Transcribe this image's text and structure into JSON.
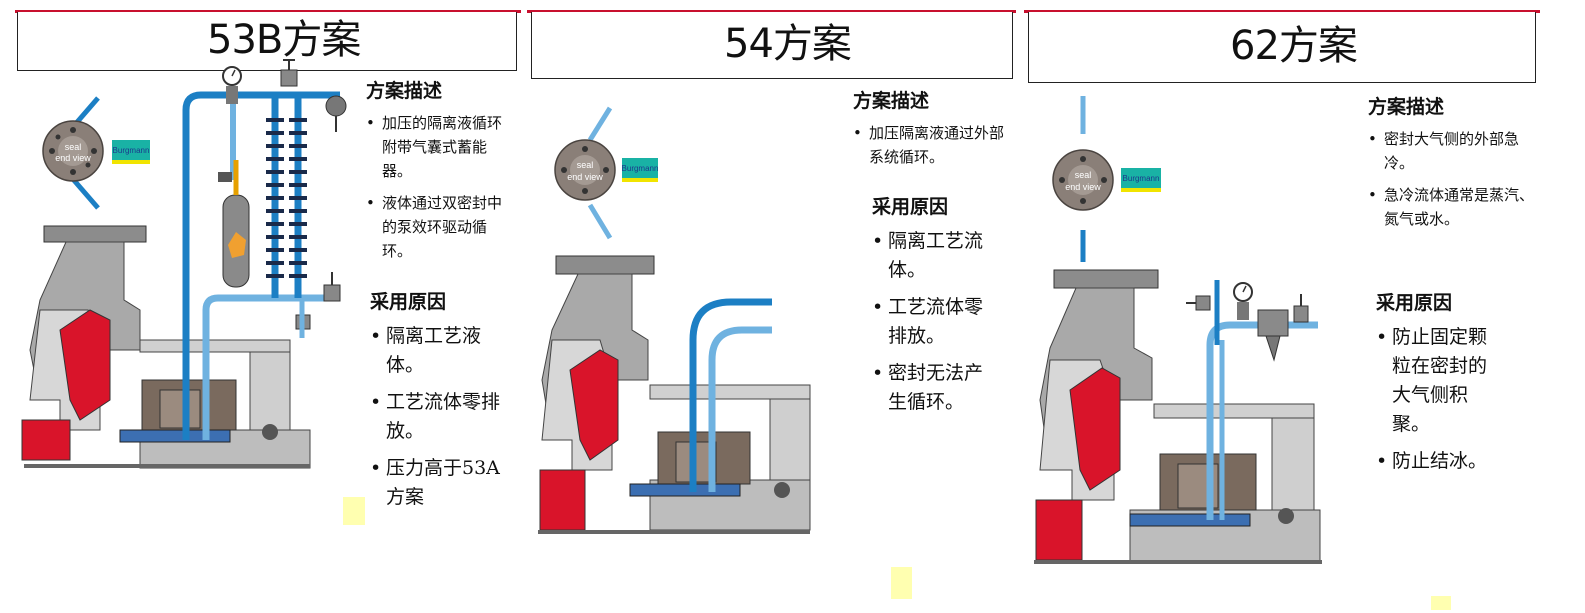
{
  "colors": {
    "accent_red": "#c8102e",
    "pipe_dark_blue": "#1c7fc4",
    "pipe_light_blue": "#6fb2e0",
    "casing_gray": "#bfbfbf",
    "note_yellow": "#ffffb0"
  },
  "panels": [
    {
      "title": "53B方案",
      "desc_heading": "方案描述",
      "desc_items": [
        "加压的隔离液循环附带气囊式蓄能器。",
        "液体通过双密封中的泵效环驱动循环。"
      ],
      "reason_heading": "采用原因",
      "reason_items": [
        "隔离工艺液体。",
        "工艺流体零排放。",
        "压力高于53A方案"
      ],
      "seal_label_1": "seal",
      "seal_label_2": "end view",
      "brand": "Burgmann"
    },
    {
      "title": "54方案",
      "desc_heading": "方案描述",
      "desc_items": [
        "加压隔离液通过外部系统循环。"
      ],
      "reason_heading": "采用原因",
      "reason_items": [
        "隔离工艺流体。",
        "工艺流体零排放。",
        "密封无法产生循环。"
      ],
      "seal_label_1": "seal",
      "seal_label_2": "end view",
      "brand": "Burgmann"
    },
    {
      "title": "62方案",
      "desc_heading": "方案描述",
      "desc_items": [
        "密封大气侧的外部急冷。",
        "急冷流体通常是蒸汽、氮气或水。"
      ],
      "reason_heading": "采用原因",
      "reason_items": [
        "防止固定颗粒在密封的大气侧积聚。",
        "防止结冰。"
      ],
      "seal_label_1": "seal",
      "seal_label_2": "end view",
      "brand": "Burgmann"
    }
  ]
}
